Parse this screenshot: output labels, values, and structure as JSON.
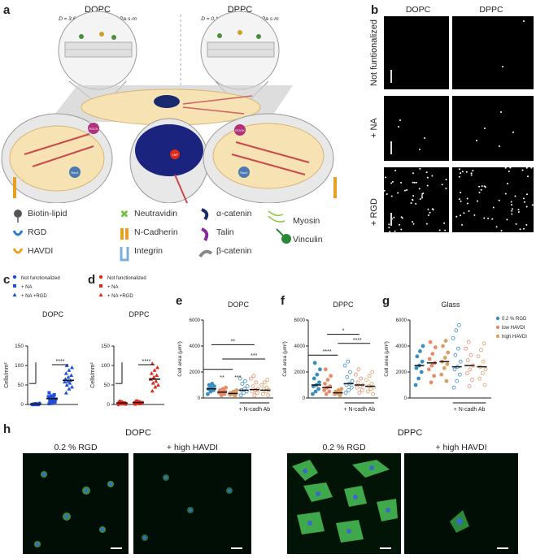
{
  "panel_labels": {
    "a": "a",
    "b": "b",
    "c": "c",
    "d": "d",
    "e": "e",
    "f": "f",
    "g": "g",
    "h": "h"
  },
  "panel_a": {
    "dopc_title": "DOPC",
    "dopc_sub": "D = 3.6 μm²/s, η ~ 1·10⁻⁹ Pa·s·m",
    "dppc_title": "DPPC",
    "dppc_sub": "D = 0.1 μm²/s, η ~ 1·10⁻⁷ Pa·s·m",
    "cell_labels": {
      "rock": "ROCK",
      "rac": "Rac1",
      "yap": "YAP"
    },
    "legend": [
      {
        "icon": "biotin-lipid",
        "label": "Biotin-lipid"
      },
      {
        "icon": "rgd",
        "label": "RGD"
      },
      {
        "icon": "havdi",
        "label": "HAVDI"
      },
      {
        "icon": "neutravidin",
        "label": "Neutravidin"
      },
      {
        "icon": "n-cadherin",
        "label": "N-Cadherin"
      },
      {
        "icon": "integrin",
        "label": "Integrin"
      },
      {
        "icon": "alpha-catenin",
        "label": "α-catenin"
      },
      {
        "icon": "talin",
        "label": "Talin"
      },
      {
        "icon": "beta-catenin",
        "label": "β-catenin"
      },
      {
        "icon": "myosin",
        "label": "Myosin"
      },
      {
        "icon": "vinculin",
        "label": "Vinculin"
      }
    ]
  },
  "panel_b": {
    "col_headers": [
      "DOPC",
      "DPPC"
    ],
    "row_labels": [
      "Not funtionalized",
      "+ NA",
      "+ RGD"
    ]
  },
  "panel_c": {
    "legend": [
      "Not functionalized",
      "+ NA",
      "+ NA +RGD"
    ],
    "title": "DOPC",
    "ylabel": "Cells/mm²",
    "yticks": [
      "0",
      "50",
      "100",
      "150"
    ],
    "sig": "****"
  },
  "panel_d": {
    "legend": [
      "Not functionalized",
      "+ NA",
      "+ NA +RGD"
    ],
    "title": "DPPC",
    "ylabel": "Cells/mm²",
    "yticks": [
      "0",
      "50",
      "100",
      "150"
    ],
    "sig": "****"
  },
  "panel_e": {
    "title": "DOPC",
    "ylabel": "Cell area (μm²)",
    "yticks": [
      "0",
      "2000",
      "4000",
      "6000"
    ],
    "sig": [
      "**",
      "***",
      "**",
      "***"
    ],
    "xlabel": "+ N-cadh Ab"
  },
  "panel_f": {
    "title": "DPPC",
    "ylabel": "Cell area (μm²)",
    "yticks": [
      "0",
      "2000",
      "4000",
      "6000"
    ],
    "sig": [
      "*",
      "****",
      "****"
    ],
    "xlabel": "+ N-cadh Ab"
  },
  "panel_g": {
    "title": "Glass",
    "ylabel": "Cell area (μm²)",
    "yticks": [
      "0",
      "2000",
      "4000",
      "6000"
    ],
    "xlabel": "+ N-cadh Ab",
    "legend": [
      "0.2 % RGD",
      "low HAVDI",
      "high HAVDI"
    ]
  },
  "panel_h": {
    "group_dopc": "DOPC",
    "group_dppc": "DPPC",
    "titles": [
      "0.2 % RGD",
      "+ high HAVDI",
      "0.2 % RGD",
      "+ high HAVDI"
    ]
  },
  "colors": {
    "blue": "#1f4fd6",
    "red": "#e02a1a",
    "teal": "#3c8dbf",
    "salmon": "#e98a6a",
    "tan": "#d9a066"
  },
  "chart_data": [
    {
      "type": "scatter",
      "title": "DOPC",
      "ylabel": "Cells/mm²",
      "ylim": [
        0,
        150
      ],
      "categories": [
        "Not functionalized",
        "+ NA",
        "+ NA +RGD"
      ],
      "series": [
        {
          "name": "Not functionalized",
          "mean": 1,
          "values": [
            0,
            0,
            1,
            0,
            2,
            0,
            1,
            0,
            3,
            0,
            1,
            0,
            2,
            0
          ]
        },
        {
          "name": "+ NA",
          "mean": 15,
          "values": [
            2,
            5,
            8,
            10,
            12,
            14,
            15,
            18,
            20,
            22,
            25,
            30,
            10,
            6
          ]
        },
        {
          "name": "+ NA +RGD",
          "mean": 62,
          "values": [
            30,
            40,
            45,
            50,
            55,
            58,
            60,
            62,
            65,
            70,
            75,
            80,
            88,
            95,
            100
          ]
        }
      ],
      "significance": "****"
    },
    {
      "type": "scatter",
      "title": "DPPC",
      "ylabel": "Cells/mm²",
      "ylim": [
        0,
        150
      ],
      "categories": [
        "Not functionalized",
        "+ NA",
        "+ NA +RGD"
      ],
      "series": [
        {
          "name": "Not functionalized",
          "mean": 4,
          "values": [
            0,
            2,
            3,
            5,
            6,
            4,
            8,
            2,
            1,
            7,
            3
          ]
        },
        {
          "name": "+ NA",
          "mean": 5,
          "values": [
            1,
            3,
            4,
            6,
            7,
            5,
            9,
            2,
            4,
            6,
            3
          ]
        },
        {
          "name": "+ NA +RGD",
          "mean": 65,
          "values": [
            35,
            45,
            50,
            55,
            60,
            65,
            70,
            75,
            80,
            88,
            95,
            105
          ]
        }
      ],
      "significance": "****"
    },
    {
      "type": "scatter",
      "title": "DOPC",
      "ylabel": "Cell area (μm²)",
      "ylim": [
        0,
        6000
      ],
      "xlabel": "+ N-cadh Ab",
      "groups": [
        {
          "mean": 700,
          "values": [
            300,
            500,
            600,
            700,
            800,
            900,
            1000,
            1100
          ]
        },
        {
          "mean": 450,
          "values": [
            200,
            300,
            400,
            450,
            500,
            600,
            700,
            800
          ]
        },
        {
          "mean": 350,
          "values": [
            150,
            250,
            300,
            350,
            400,
            500,
            600
          ]
        },
        {
          "mean": 600,
          "values": [
            200,
            400,
            500,
            600,
            700,
            900,
            1100,
            1300,
            1500
          ]
        },
        {
          "mean": 650,
          "values": [
            200,
            400,
            500,
            600,
            700,
            900,
            1200,
            1500,
            1700
          ]
        },
        {
          "mean": 600,
          "values": [
            200,
            300,
            500,
            600,
            700,
            800,
            1000,
            1200,
            1400
          ]
        }
      ],
      "significance": [
        "**",
        "***",
        "**",
        "***"
      ]
    },
    {
      "type": "scatter",
      "title": "DPPC",
      "ylabel": "Cell area (μm²)",
      "ylim": [
        0,
        6000
      ],
      "xlabel": "+ N-cadh Ab",
      "groups": [
        {
          "mean": 1000,
          "values": [
            300,
            500,
            700,
            900,
            1000,
            1200,
            1500,
            1800,
            2200,
            2700
          ]
        },
        {
          "mean": 800,
          "values": [
            300,
            500,
            600,
            800,
            900,
            1100,
            1400,
            1700,
            2200
          ]
        },
        {
          "mean": 400,
          "values": [
            200,
            300,
            350,
            400,
            500,
            600,
            700
          ]
        },
        {
          "mean": 1100,
          "values": [
            400,
            600,
            800,
            1000,
            1100,
            1300,
            1600,
            2000,
            2500,
            2800
          ]
        },
        {
          "mean": 1000,
          "values": [
            400,
            600,
            800,
            900,
            1000,
            1200,
            1500,
            1800,
            2200
          ]
        },
        {
          "mean": 900,
          "values": [
            300,
            500,
            700,
            800,
            900,
            1100,
            1400,
            1700,
            2000
          ]
        }
      ],
      "significance": [
        "*",
        "****",
        "****"
      ]
    },
    {
      "type": "scatter",
      "title": "Glass",
      "ylabel": "Cell area (μm²)",
      "ylim": [
        0,
        6000
      ],
      "xlabel": "+ N-cadh Ab",
      "groups": [
        {
          "name": "0.2 % RGD",
          "mean": 2500,
          "values": [
            1000,
            1500,
            2000,
            2300,
            2500,
            2800,
            3200,
            3600,
            4000
          ]
        },
        {
          "name": "low HAVDI",
          "mean": 2700,
          "values": [
            1200,
            1700,
            2200,
            2500,
            2700,
            3000,
            3400,
            3900,
            4300
          ]
        },
        {
          "name": "high HAVDI",
          "mean": 2800,
          "values": [
            1300,
            1800,
            2300,
            2600,
            2800,
            3100,
            3500,
            4000,
            4400
          ]
        },
        {
          "name": "0.2 % RGD",
          "mean": 2400,
          "values": [
            800,
            1300,
            1800,
            2200,
            2400,
            2800,
            3300,
            3800,
            4600,
            5200,
            5600
          ]
        },
        {
          "name": "low HAVDI",
          "mean": 2500,
          "values": [
            900,
            1400,
            1900,
            2200,
            2500,
            2900,
            3300,
            3800,
            4300
          ]
        },
        {
          "name": "high HAVDI",
          "mean": 2400,
          "values": [
            1000,
            1500,
            1900,
            2200,
            2400,
            2800,
            3200,
            3700,
            4200
          ]
        }
      ]
    }
  ]
}
